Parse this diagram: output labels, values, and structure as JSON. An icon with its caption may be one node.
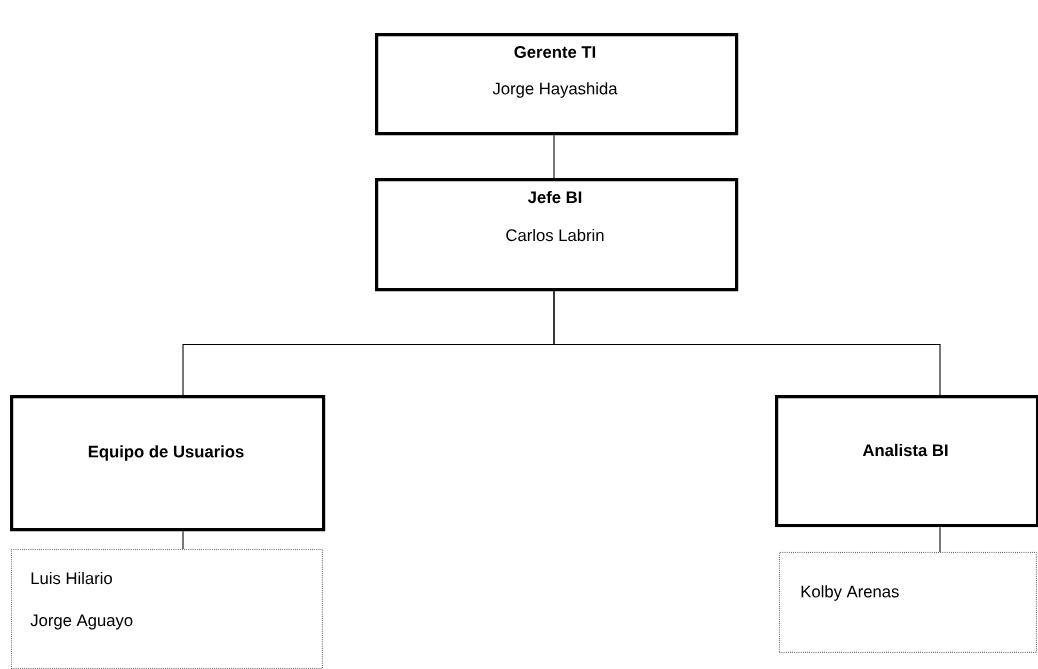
{
  "diagram": {
    "nodes": [
      {
        "text": [
          "Gerente TI",
          "Jorge Hayashida"
        ]
      },
      {
        "text": [
          "Jefe BI",
          "Carlos Labrin"
        ]
      },
      {
        "text": [
          "Equipo de Usuarios"
        ]
      },
      {
        "text": [
          "Analista BI"
        ]
      },
      {
        "text": [
          "Luis Hilario",
          "Jorge Aguayo"
        ]
      },
      {
        "text": [
          "Kolby Arenas"
        ]
      }
    ],
    "edges": [
      {
        "from": 0,
        "to": 1,
        "arrow": "none"
      },
      {
        "from": 1,
        "to": 2,
        "arrow": "none"
      },
      {
        "from": 1,
        "to": 3,
        "arrow": "none"
      },
      {
        "from": 2,
        "to": 4,
        "arrow": "none"
      },
      {
        "from": 3,
        "to": 5,
        "arrow": "none"
      }
    ]
  }
}
